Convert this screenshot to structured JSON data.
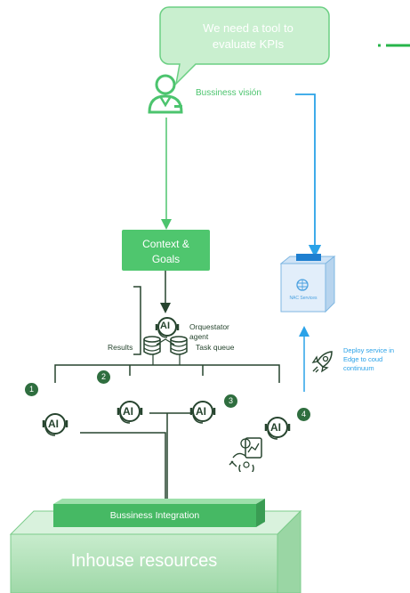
{
  "speech_bubble": "We need a tool to evaluate KPIs",
  "speech_line_1": "We need a tool to",
  "speech_line_2": "evaluate KPIs",
  "business_vision": "Bussiness visión",
  "context_goals_line_1": "Context &",
  "context_goals_line_2": "Goals",
  "orchestrator_line_1": "Orquestator",
  "orchestrator_line_2": "agent",
  "results": "Results",
  "task_queue": "Task queue",
  "ai_label": "AI",
  "agents": [
    {
      "number": "1"
    },
    {
      "number": "2"
    },
    {
      "number": "3"
    },
    {
      "number": "4"
    }
  ],
  "cube_label": "NAC Services",
  "deploy_line_1": "Deploy service in",
  "deploy_line_2": "Edge to coud",
  "deploy_line_3": "continuum",
  "business_integration": "Bussiness Integration",
  "inhouse_resources": "Inhouse resources",
  "colors": {
    "green": "#4cc46e",
    "green_dark": "#2f6e3f",
    "green_light": "#c9efcf",
    "blue": "#2aa2e8",
    "dark": "#26442e"
  },
  "icons": [
    "user-icon",
    "ai-agent-icon",
    "database-icon",
    "rocket-icon",
    "analytics-icon",
    "brain-icon"
  ]
}
